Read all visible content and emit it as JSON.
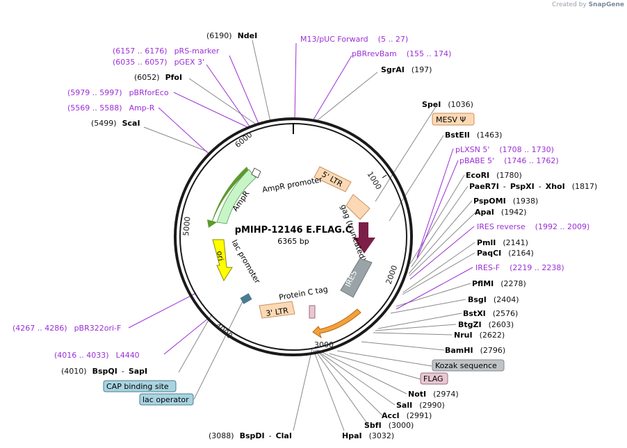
{
  "credit": {
    "prefix": "Created by",
    "brand": "SnapGene"
  },
  "plasmid": {
    "name": "pMIHP-12146 E.FLAG.C",
    "size": "6365 bp"
  },
  "ticks": [
    "1000",
    "2000",
    "3000",
    "4000",
    "5000",
    "6000"
  ],
  "features": {
    "ampr_promoter": "AmpR promoter",
    "ampr": "AmpR",
    "ltr5": "5' LTR",
    "gag": "gag (truncated)",
    "ori": "ori",
    "lac_promoter": "lac promoter",
    "ires": "IRES",
    "protein_c_tag": "Protein C tag",
    "ltr3": "3' LTR"
  },
  "boxed_labels": {
    "mesv": "MESV Ψ",
    "kozak": "Kozak sequence",
    "flag": "FLAG",
    "cap": "CAP binding site",
    "lac_operator": "lac operator"
  },
  "sites_left": [
    {
      "pos": "(6190)",
      "name": "NdeI"
    },
    {
      "pos": "(6052)",
      "name": "PfoI"
    },
    {
      "pos": "(5499)",
      "name": "ScaI"
    },
    {
      "pos": "(4010)",
      "name": "BspQI",
      "name2": "SapI"
    },
    {
      "pos": "(3088)",
      "name": "BspDI",
      "name2": "ClaI"
    }
  ],
  "sites_right": [
    {
      "name": "SgrAI",
      "pos": "(197)"
    },
    {
      "name": "SpeI",
      "pos": "(1036)"
    },
    {
      "name": "BstEII",
      "pos": "(1463)"
    },
    {
      "name": "EcoRI",
      "pos": "(1780)"
    },
    {
      "name": "PaeR7I",
      "name2": "PspXI",
      "name3": "XhoI",
      "pos": "(1817)"
    },
    {
      "name": "PspOMI",
      "pos": "(1938)"
    },
    {
      "name": "ApaI",
      "pos": "(1942)"
    },
    {
      "name": "PmlI",
      "pos": "(2141)"
    },
    {
      "name": "PaqCI",
      "pos": "(2164)"
    },
    {
      "name": "PflMI",
      "pos": "(2278)"
    },
    {
      "name": "BsgI",
      "pos": "(2404)"
    },
    {
      "name": "BstXI",
      "pos": "(2576)"
    },
    {
      "name": "BtgZI",
      "pos": "(2603)"
    },
    {
      "name": "NruI",
      "pos": "(2622)"
    },
    {
      "name": "BamHI",
      "pos": "(2796)"
    },
    {
      "name": "NotI",
      "pos": "(2974)"
    },
    {
      "name": "SalI",
      "pos": "(2990)"
    },
    {
      "name": "AccI",
      "pos": "(2991)"
    },
    {
      "name": "SbfI",
      "pos": "(3000)"
    },
    {
      "name": "HpaI",
      "pos": "(3032)"
    }
  ],
  "primers": [
    {
      "name": "M13/pUC Forward",
      "range": "(5 .. 27)"
    },
    {
      "name": "pBRrevBam",
      "range": "(155 .. 174)"
    },
    {
      "name": "pRS-marker",
      "range": "(6157 .. 6176)"
    },
    {
      "name": "pGEX 3'",
      "range": "(6035 .. 6057)"
    },
    {
      "name": "pBRforEco",
      "range": "(5979 .. 5997)"
    },
    {
      "name": "Amp-R",
      "range": "(5569 .. 5588)"
    },
    {
      "name": "pLXSN 5'",
      "range": "(1708 .. 1730)"
    },
    {
      "name": "pBABE 5'",
      "range": "(1746 .. 1762)"
    },
    {
      "name": "IRES reverse",
      "range": "(1992 .. 2009)"
    },
    {
      "name": "IRES-F",
      "range": "(2219 .. 2238)"
    },
    {
      "name": "pBR322ori-F",
      "range": "(4267 .. 4286)"
    },
    {
      "name": "L4440",
      "range": "(4016 .. 4033)"
    }
  ],
  "colors": {
    "ltr": "#fcd9b4",
    "ampr": "#c8f5c8",
    "ori": "#ffff00",
    "gag": "#7b1f47",
    "ires": "#9aa3a8",
    "protein_c": "#f3a03a",
    "primer": "#9b2fd6",
    "cap": "#a8d4e0",
    "kozak": "#bfc3c6",
    "flag": "#e8c7d3"
  }
}
